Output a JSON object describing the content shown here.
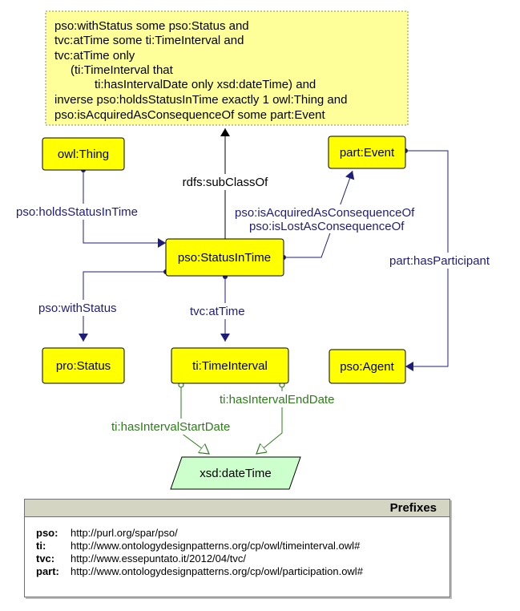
{
  "colors": {
    "class_fill": "#ffff00",
    "note_fill": "#ffff99",
    "datatype_fill": "#ccffcc",
    "object_property": "#1f1d7a",
    "data_property": "#2e7d1b"
  },
  "note": {
    "lines": [
      "pso:withStatus some pso:Status and",
      "tvc:atTime some ti:TimeInterval and",
      "tvc:atTime only",
      "(ti:TimeInterval that",
      "ti:hasIntervalDate only xsd:dateTime) and",
      "inverse pso:holdsStatusInTime exactly 1 owl:Thing and",
      "pso:isAcquiredAsConsequenceOf some part:Event"
    ]
  },
  "classes": {
    "owl_thing": "owl:Thing",
    "part_event": "part:Event",
    "status_in_time": "pso:StatusInTime",
    "pro_status": "pro:Status",
    "time_interval": "ti:TimeInterval",
    "pso_agent": "pso:Agent",
    "xsd_datetime": "xsd:dateTime"
  },
  "properties": {
    "subclassof": "rdfs:subClassOf",
    "holds_status_in_time": "pso:holdsStatusInTime",
    "is_acquired_as_consequence_of": "pso:isAcquiredAsConsequenceOf",
    "is_lost_as_consequence_of": "pso:isLostAsConsequenceOf",
    "has_participant": "part:hasParticipant",
    "with_status": "pso:withStatus",
    "at_time": "tvc:atTime",
    "has_interval_end_date": "ti:hasIntervalEndDate",
    "has_interval_start_date": "ti:hasIntervalStartDate"
  },
  "prefixes": {
    "title": "Prefixes",
    "rows": [
      {
        "prefix": "pso:",
        "uri": "http://purl.org/spar/pso/"
      },
      {
        "prefix": "ti:",
        "uri": "http://www.ontologydesignpatterns.org/cp/owl/timeinterval.owl#"
      },
      {
        "prefix": "tvc:",
        "uri": "http://www.essepuntato.it/2012/04/tvc/"
      },
      {
        "prefix": "part:",
        "uri": "http://www.ontologydesignpatterns.org/cp/owl/participation.owl#"
      }
    ]
  }
}
